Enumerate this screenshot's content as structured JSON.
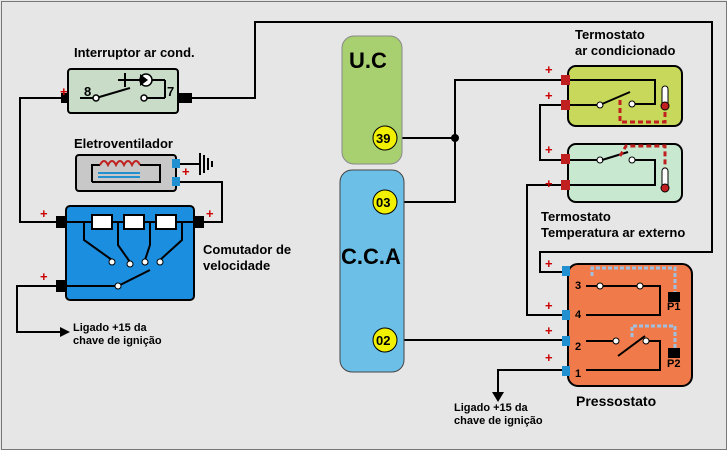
{
  "components": {
    "ac_switch": {
      "title": "Interruptor ar cond.",
      "pin_left": "8",
      "pin_right": "7"
    },
    "blower": {
      "title": "Eletroventilador"
    },
    "speed_switch": {
      "title_line1": "Comutador de",
      "title_line2": "velocidade"
    },
    "ignition_left": {
      "line1": "Ligado +15 da",
      "line2": "chave de ignição"
    },
    "uc": {
      "label": "U.C",
      "pin": "39"
    },
    "cca": {
      "label": "C.C.A",
      "pin_top": "03",
      "pin_bottom": "02"
    },
    "ac_thermostat": {
      "line1": "Termostato",
      "line2": "ar condicionado"
    },
    "ext_thermostat": {
      "line1": "Termostato",
      "line2": "Temperatura ar externo"
    },
    "pressure_switch": {
      "title": "Pressostato",
      "pins": [
        "3",
        "4",
        "2",
        "1"
      ],
      "p1": "P1",
      "p2": "P2"
    },
    "ignition_right": {
      "line1": "Ligado +15 da",
      "line2": "chave de ignição"
    }
  },
  "symbols": {
    "plus": "+"
  },
  "colors": {
    "wire": "#000000",
    "plus": "#cc0000",
    "ac_switch_fill": "#c8dcc8",
    "blower_fill": "#c8c8c8",
    "speed_switch_fill": "#1c8ee0",
    "uc_fill": "#a8d070",
    "cca_fill": "#6cc0e8",
    "ac_thermostat_fill": "#c8d85a",
    "ext_thermostat_fill": "#c8e8d0",
    "pressure_switch_fill": "#f07a4a",
    "pin_badge": "#f0f000",
    "connector_blue": "#2090d0",
    "connector_red": "#c02020"
  }
}
